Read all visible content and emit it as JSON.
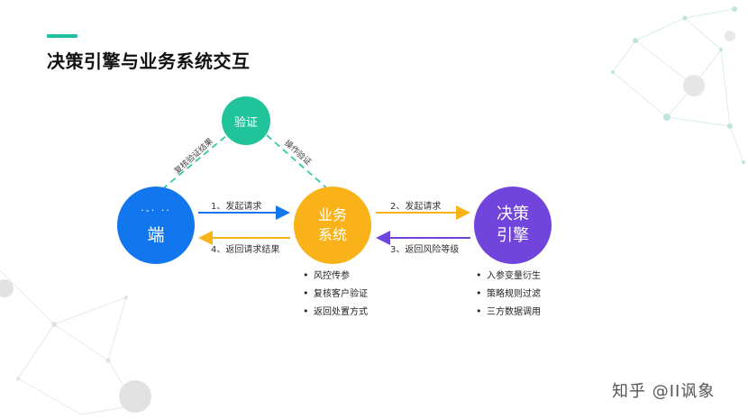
{
  "title": "决策引擎与业务系统交互",
  "nodes": {
    "verify": "验证",
    "client": "端",
    "client_glyph": "·-· ··",
    "biz": "业务\n系统",
    "engine": "决策\n引擎"
  },
  "edges": {
    "client_to_biz": "1、发起请求",
    "biz_to_client": "4、返回请求结果",
    "biz_to_engine": "2、发起请求",
    "engine_to_biz": "3、返回风险等级",
    "client_verify": "复核验证结果",
    "biz_verify": "操作验证"
  },
  "biz_bullets": [
    "风控传参",
    "复核客户验证",
    "返回处置方式"
  ],
  "engine_bullets": [
    "入参变量衍生",
    "策略规则过滤",
    "三方数据调用"
  ],
  "watermark": "知乎 @II讽象",
  "colors": {
    "accent": "#1fc1a0",
    "verify": "#21c39b",
    "client": "#1276ee",
    "biz": "#f9b217",
    "engine": "#7145dc",
    "arrow_client_biz": "#1276ee",
    "arrow_biz_engine": "#f9b217",
    "arrow_engine_biz": "#7145dc",
    "arrow_biz_client": "#f9b217"
  }
}
